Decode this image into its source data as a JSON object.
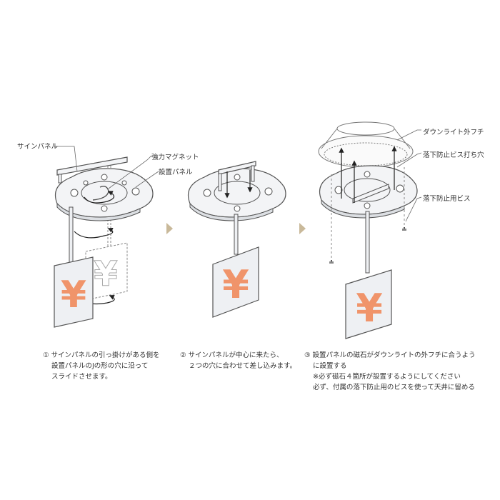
{
  "labels": {
    "sign_panel": "サインパネル",
    "strong_magnet": "強力マグネット",
    "mount_panel": "設置パネル",
    "downlight_rim": "ダウンライト外フチ",
    "screw_hole": "落下防止ビス打ち穴",
    "screw": "落下防止用ビス"
  },
  "sign_symbol": "¥",
  "colors": {
    "symbol": "#f0946a",
    "panel_fill": "#eef0f3",
    "outline": "#555555",
    "arrow_chevron": "#c9b99a"
  },
  "steps": [
    {
      "lines": [
        "① サインパネルの引っ掛けがある側を",
        "設置パネルのJの形の穴に沿って",
        "スライドさせます。"
      ]
    },
    {
      "lines": [
        "② サインパネルが中心に来たら、",
        "２つの穴に合わせて差し込みます。"
      ]
    },
    {
      "lines": [
        "③ 設置パネルの磁石がダウンライトの外フチに合うよう",
        "に設置する",
        "※必ず磁石４箇所が設置するようにしてください",
        "必ず、付属の落下防止用のビスを使って天井に留める"
      ]
    }
  ]
}
